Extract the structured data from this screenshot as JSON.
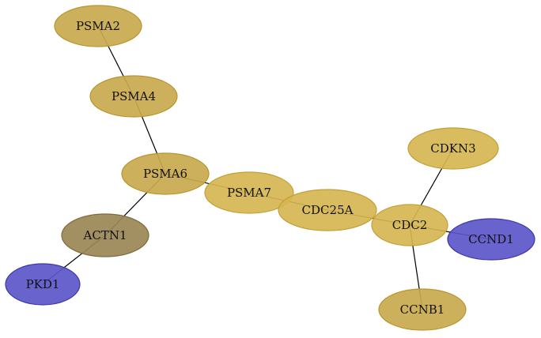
{
  "diagram": {
    "type": "network",
    "colors": {
      "gold": "#c9a94e",
      "gold_stroke": "#b8962e",
      "gold_light": "#d6b553",
      "gold_light_stroke": "#c4a033",
      "olive": "#9a8655",
      "olive_stroke": "#7f6d3e",
      "blue": "#5c56c9",
      "blue_stroke": "#3e38a8"
    },
    "nodes": [
      {
        "id": "PSMA2",
        "label": "PSMA2",
        "color": "gold"
      },
      {
        "id": "PSMA4",
        "label": "PSMA4",
        "color": "gold"
      },
      {
        "id": "PSMA6",
        "label": "PSMA6",
        "color": "gold"
      },
      {
        "id": "PSMA7",
        "label": "PSMA7",
        "color": "gold_light"
      },
      {
        "id": "CDC25A",
        "label": "CDC25A",
        "color": "gold_light"
      },
      {
        "id": "CDC2",
        "label": "CDC2",
        "color": "gold_light"
      },
      {
        "id": "CDKN3",
        "label": "CDKN3",
        "color": "gold_light"
      },
      {
        "id": "CCND1",
        "label": "CCND1",
        "color": "blue"
      },
      {
        "id": "CCNB1",
        "label": "CCNB1",
        "color": "gold"
      },
      {
        "id": "ACTN1",
        "label": "ACTN1",
        "color": "olive"
      },
      {
        "id": "PKD1",
        "label": "PKD1",
        "color": "blue"
      }
    ],
    "edges": [
      {
        "source": "PSMA2",
        "target": "PSMA4"
      },
      {
        "source": "PSMA4",
        "target": "PSMA6"
      },
      {
        "source": "PSMA6",
        "target": "PSMA7"
      },
      {
        "source": "PSMA6",
        "target": "ACTN1"
      },
      {
        "source": "ACTN1",
        "target": "PKD1"
      },
      {
        "source": "PSMA7",
        "target": "CDC25A"
      },
      {
        "source": "CDC25A",
        "target": "CDC2"
      },
      {
        "source": "CDC2",
        "target": "CDKN3"
      },
      {
        "source": "CDC2",
        "target": "CCND1"
      },
      {
        "source": "CDC2",
        "target": "CCNB1"
      }
    ]
  }
}
